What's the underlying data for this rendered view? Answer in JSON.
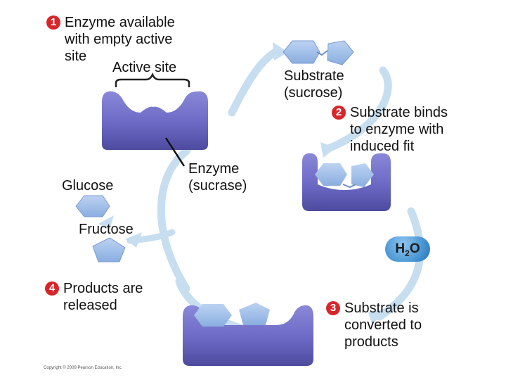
{
  "labels": {
    "active_site": "Active site",
    "substrate": "Substrate\n(sucrose)",
    "enzyme": "Enzyme\n(sucrase)",
    "glucose": "Glucose",
    "fructose": "Fructose",
    "water_h": "H",
    "water_sub": "2",
    "water_o": "O"
  },
  "steps": [
    {
      "num": "1",
      "text": "Enzyme available\nwith empty active\nsite"
    },
    {
      "num": "2",
      "text": "Substrate binds\nto enzyme with\ninduced fit"
    },
    {
      "num": "3",
      "text": "Substrate is\nconverted to\nproducts"
    },
    {
      "num": "4",
      "text": "Products are\nreleased"
    }
  ],
  "copyright": "Copyright © 2009 Pearson Education, Inc.",
  "colors": {
    "enzyme": "#6f6dc9",
    "substrate": "#9bbbe8",
    "arrow": "#c3dcee",
    "step_circle": "#d7262b",
    "water": "#3f8fd0"
  }
}
